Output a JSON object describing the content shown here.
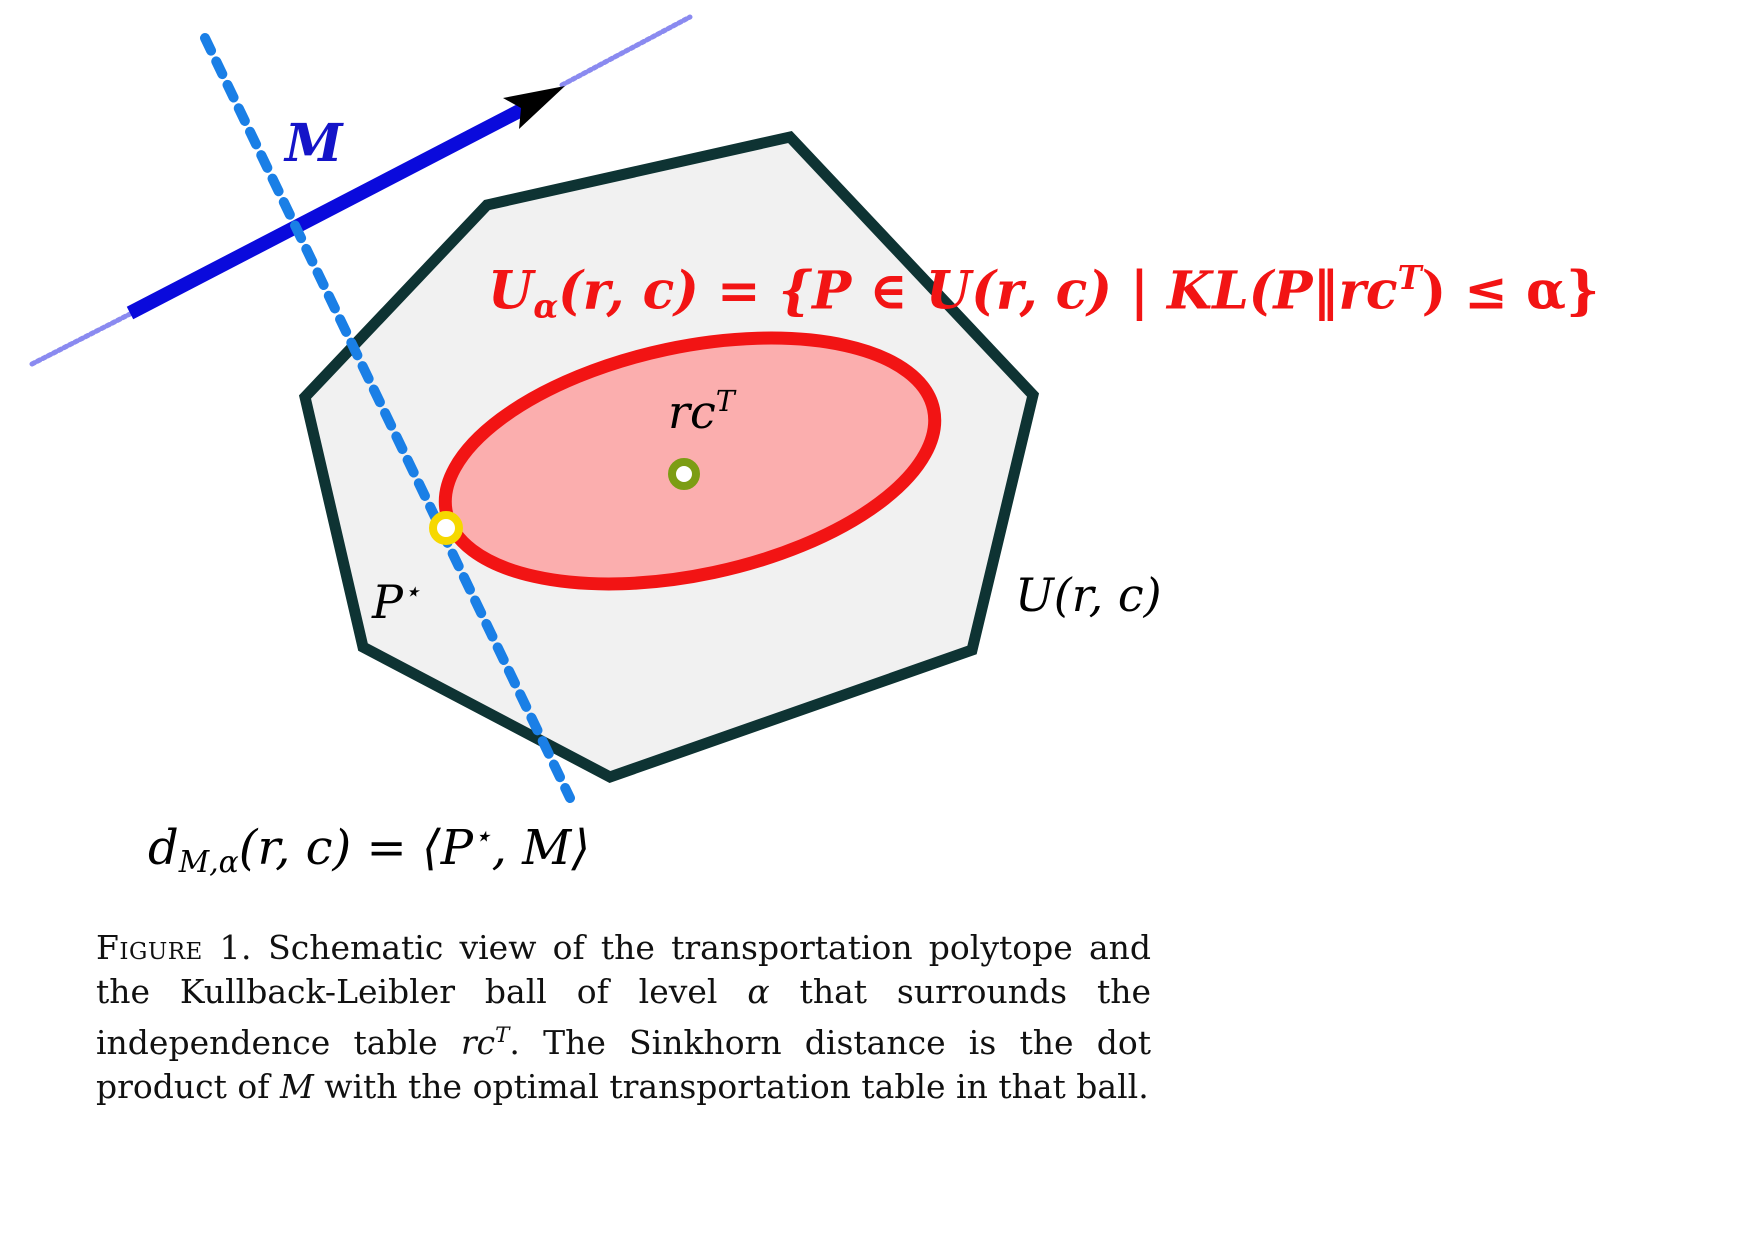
{
  "colors": {
    "polytope_fill": "#f1f1f1",
    "polytope_stroke": "#0e3333",
    "ball_fill": "#fbaeae",
    "ball_stroke": "#f21414",
    "cost_vector": "#0a0adc",
    "hyperplane": "#1a7fe6",
    "optimum_point": "#f6d800",
    "center_point": "#7c9d14",
    "set_text": "#f21414",
    "m_text": "#1414c8"
  },
  "labels": {
    "cost_vector": "M",
    "kl_ball_set": {
      "lhs_main": "U",
      "lhs_sub": "α",
      "lhs_args": "(r, c) = {P ∈ U(r, c) | KL(P‖rc",
      "sup": "T",
      "rhs_tail": ") ≤ α}"
    },
    "center": {
      "main": "rc",
      "sup": "T"
    },
    "optimum": {
      "main": "P",
      "sup": "⋆"
    },
    "polytope": "U(r, c)",
    "distance": {
      "main": "d",
      "sub": "M,α",
      "rest": "(r, c) = ⟨P",
      "sup": "⋆",
      "tail": ", M⟩"
    }
  },
  "caption": {
    "label": "Figure 1.",
    "text_1": " Schematic view of the transportation polytope and the Kullback-Leibler ball of level ",
    "alpha": "α",
    "text_2": " that surrounds the independence table ",
    "rc": "rc",
    "rc_sup": "T",
    "text_3": ". The Sinkhorn distance is the dot product of ",
    "m": "M",
    "text_4": " with the optimal transportation table in that ball."
  }
}
